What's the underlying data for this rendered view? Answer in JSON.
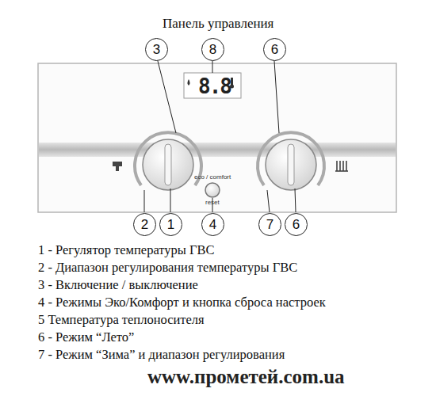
{
  "diagram": {
    "title": "Панель управления",
    "nodes": [
      {
        "text": [
          "3"
        ]
      },
      {
        "text": [
          "8"
        ]
      },
      {
        "text": [
          "6"
        ]
      },
      {
        "text": [
          "2"
        ]
      },
      {
        "text": [
          "1"
        ]
      },
      {
        "text": [
          "4"
        ]
      },
      {
        "text": [
          "7"
        ]
      },
      {
        "text": [
          "6"
        ]
      }
    ],
    "labels": [
      "8.8",
      "eco / comfort",
      "reset",
      "1 - Регулятор температуры ГВС",
      "2 - Диапазон регулирования температуры ГВС",
      "3 - Включение / выключение",
      "4 - Режимы Эко/Комфорт и кнопка сброса настроек",
      "5  Температура теплоносителя",
      "6 - Режим “Лето”",
      "7 - Режим “Зима” и диапазон регулирования",
      "www.прометей.com.ua"
    ]
  }
}
